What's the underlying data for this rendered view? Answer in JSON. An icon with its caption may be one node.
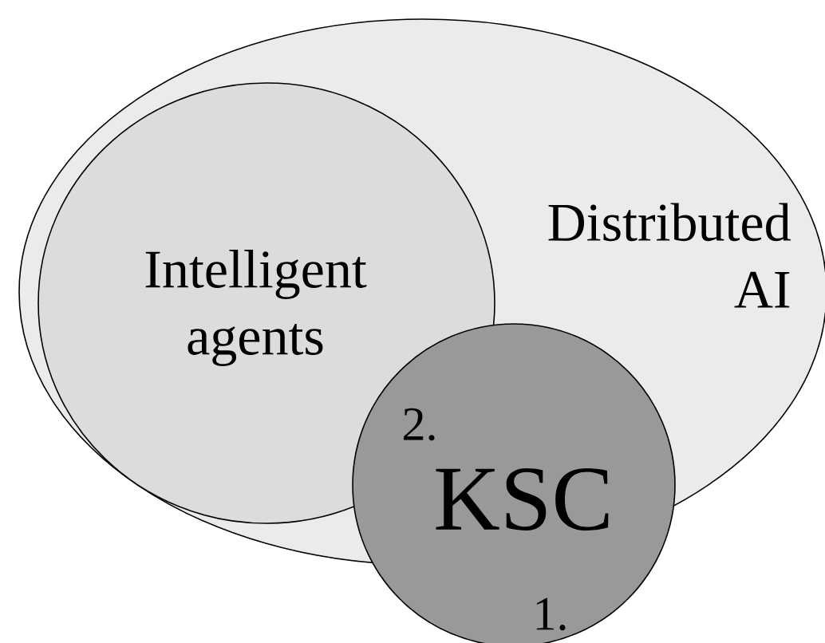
{
  "diagram": {
    "nodes": [
      {
        "text": [
          "Distributed AI"
        ]
      },
      {
        "text": [
          "Intelligent agents"
        ],
        "in": 0
      },
      {
        "text": [
          "2.",
          "KSC",
          "1."
        ]
      }
    ]
  }
}
